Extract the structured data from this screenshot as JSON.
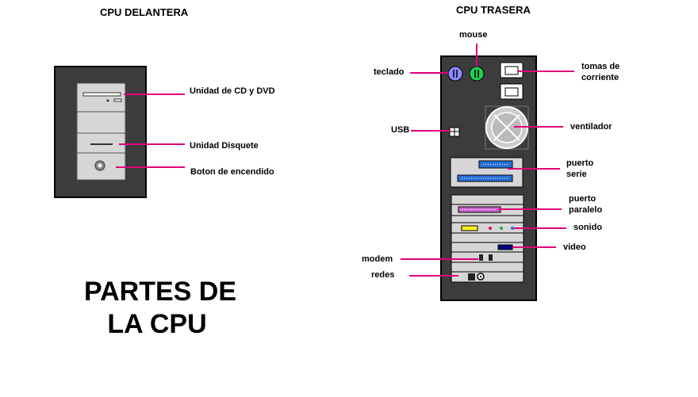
{
  "headers": {
    "front": "CPU DELANTERA",
    "back": "CPU TRASERA"
  },
  "main_title": {
    "line1": "PARTES DE",
    "line2": "LA CPU"
  },
  "front_labels": {
    "cd_dvd": "Unidad de  CD y DVD",
    "floppy": "Unidad Disquete",
    "power": "Boton de encendido"
  },
  "back_labels": {
    "mouse": "mouse",
    "keyboard": "teclado",
    "power_line1": "tomas de",
    "power_line2": "corriente",
    "usb": "USB",
    "fan": "ventilador",
    "serial_line1": "puerto",
    "serial_line2": "serie",
    "parallel_line1": "puerto",
    "parallel_line2": "paralelo",
    "sound": "sonido",
    "video": "video",
    "modem": "modem",
    "network": "redes"
  },
  "colors": {
    "leader": "#e0007a",
    "case_dark": "#3c3c3c",
    "bay_gray": "#d6d6d6",
    "keyboard_port": "#8a8aff",
    "mouse_port": "#22cc55",
    "serial_port": "#2a6fd6",
    "parallel_port": "#cc66cc",
    "game_port": "#ffee22",
    "video_port": "#000080"
  }
}
